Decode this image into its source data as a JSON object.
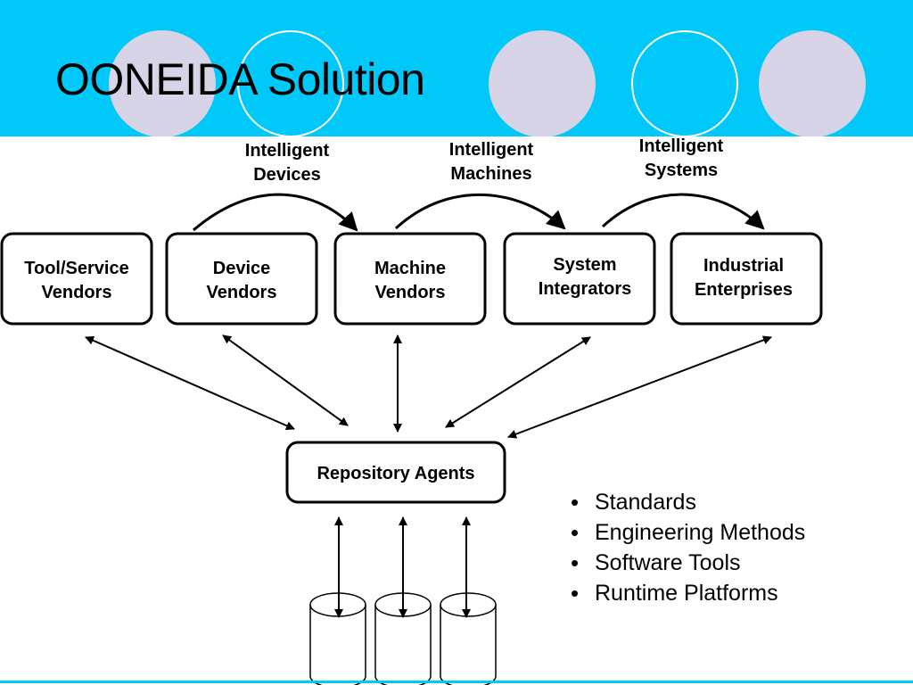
{
  "slide": {
    "title": "OONEIDA Solution",
    "header_color": "#00c8f8",
    "circle_color": "#d8d4e8"
  },
  "diagram": {
    "boxes": [
      {
        "id": "tool-service-vendors",
        "lines": [
          "Tool/Service",
          "Vendors"
        ]
      },
      {
        "id": "device-vendors",
        "lines": [
          "Device",
          "Vendors"
        ]
      },
      {
        "id": "machine-vendors",
        "lines": [
          "Machine",
          "Vendors"
        ]
      },
      {
        "id": "system-integrators",
        "lines": [
          "System",
          "Integrators"
        ]
      },
      {
        "id": "industrial-enterprises",
        "lines": [
          "Industrial",
          "Enterprises"
        ]
      }
    ],
    "flow_labels": [
      {
        "id": "intelligent-devices",
        "lines": [
          "Intelligent",
          "Devices"
        ]
      },
      {
        "id": "intelligent-machines",
        "lines": [
          "Intelligent",
          "Machines"
        ]
      },
      {
        "id": "intelligent-systems",
        "lines": [
          "Intelligent",
          "Systems"
        ]
      }
    ],
    "hub": {
      "label": "Repository Agents"
    },
    "repositories": 3
  },
  "bullets": [
    "Standards",
    "Engineering Methods",
    "Software Tools",
    "Runtime Platforms"
  ]
}
